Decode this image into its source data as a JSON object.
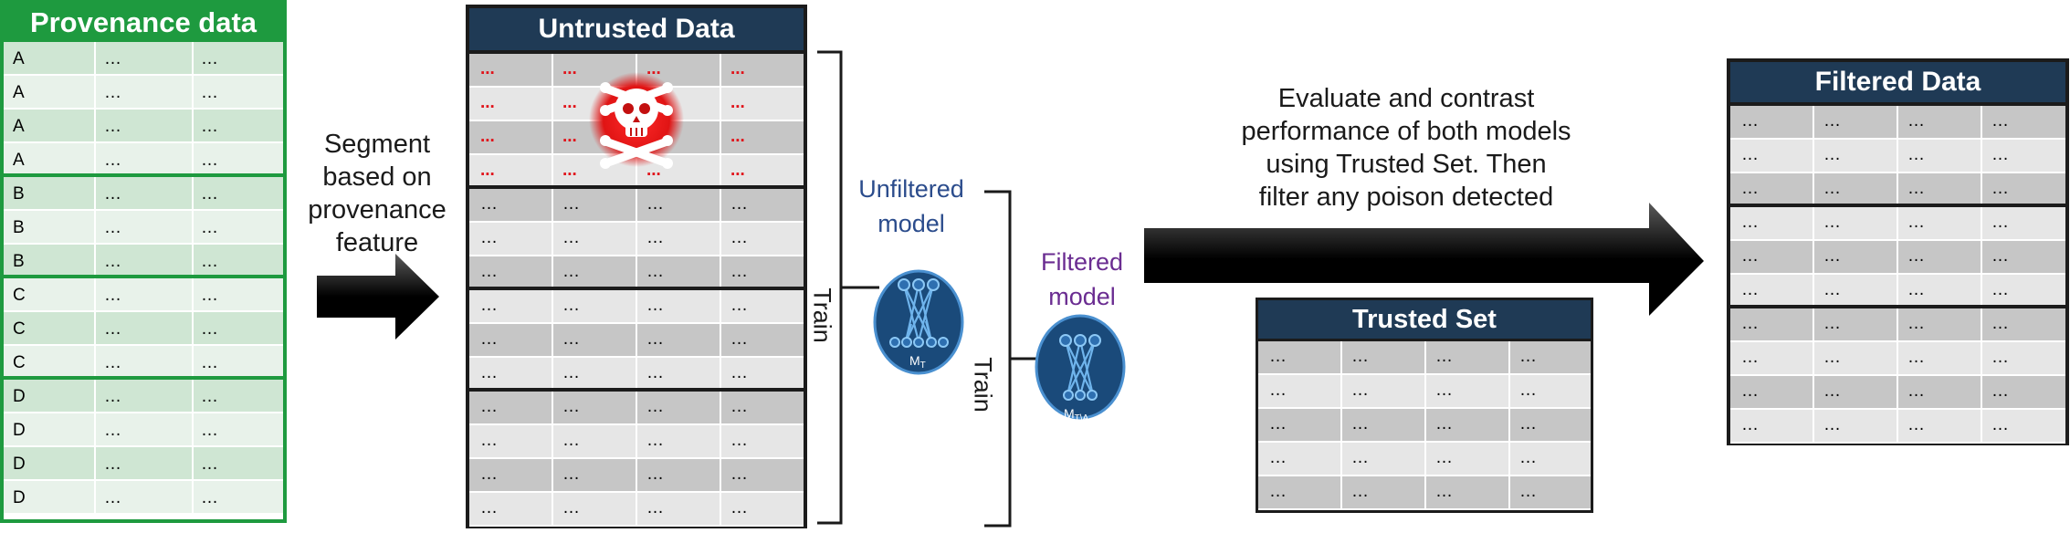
{
  "provenance": {
    "title": "Provenance data",
    "rows": [
      {
        "label": "A",
        "c1": "…",
        "c2": "…"
      },
      {
        "label": "A",
        "c1": "…",
        "c2": "…"
      },
      {
        "label": "A",
        "c1": "…",
        "c2": "…"
      },
      {
        "label": "A",
        "c1": "…",
        "c2": "…"
      },
      {
        "label": "B",
        "c1": "…",
        "c2": "…"
      },
      {
        "label": "B",
        "c1": "…",
        "c2": "…"
      },
      {
        "label": "B",
        "c1": "…",
        "c2": "…"
      },
      {
        "label": "C",
        "c1": "…",
        "c2": "…"
      },
      {
        "label": "C",
        "c1": "…",
        "c2": "…"
      },
      {
        "label": "C",
        "c1": "…",
        "c2": "…"
      },
      {
        "label": "D",
        "c1": "…",
        "c2": "…"
      },
      {
        "label": "D",
        "c1": "…",
        "c2": "…"
      },
      {
        "label": "D",
        "c1": "…",
        "c2": "…"
      },
      {
        "label": "D",
        "c1": "…",
        "c2": "…"
      }
    ]
  },
  "segment_text": [
    "Segment",
    "based on",
    "provenance",
    "feature"
  ],
  "untrusted": {
    "title": "Untrusted Data",
    "poisoned_cell": "...",
    "cell": "…"
  },
  "unfiltered_model": {
    "label": [
      "Unfiltered",
      "model"
    ],
    "badge": "M",
    "badge_sub": "T"
  },
  "filtered_model": {
    "label": [
      "Filtered",
      "model"
    ],
    "badge": "M",
    "badge_sub": "T\\A"
  },
  "train_label": "Train",
  "evaluate_text": [
    "Evaluate and contrast",
    "performance of both models",
    "using Trusted Set. Then",
    "filter any poison detected"
  ],
  "trusted": {
    "title": "Trusted Set",
    "cell": "…"
  },
  "filtered": {
    "title": "Filtered Data",
    "cell": "…"
  },
  "colors": {
    "provenance_green": "#1e9a3f",
    "header_navy": "#1f3a55",
    "poison_red": "#e0141b",
    "unfiltered_text": "#2b4c8c",
    "filtered_text": "#6a2c91",
    "model_circle": "#1a4a7a"
  },
  "icons": [
    "skull-crossbones-icon",
    "neural-network-icon",
    "right-arrow-icon"
  ]
}
